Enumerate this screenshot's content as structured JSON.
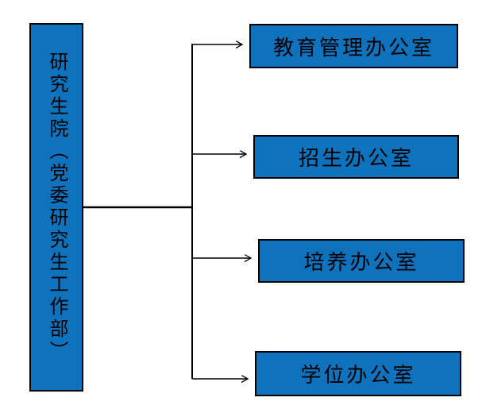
{
  "diagram": {
    "root": {
      "label": "研究生院（党委研究生工作部）"
    },
    "offices": [
      {
        "label": "教育管理办公室"
      },
      {
        "label": "招生办公室"
      },
      {
        "label": "培养办公室"
      },
      {
        "label": "学位办公室"
      }
    ]
  },
  "colors": {
    "box_fill": "#0E72BD",
    "box_border": "#000000",
    "connector": "#000000",
    "text": "#000000",
    "background": "#FFFFFF"
  }
}
